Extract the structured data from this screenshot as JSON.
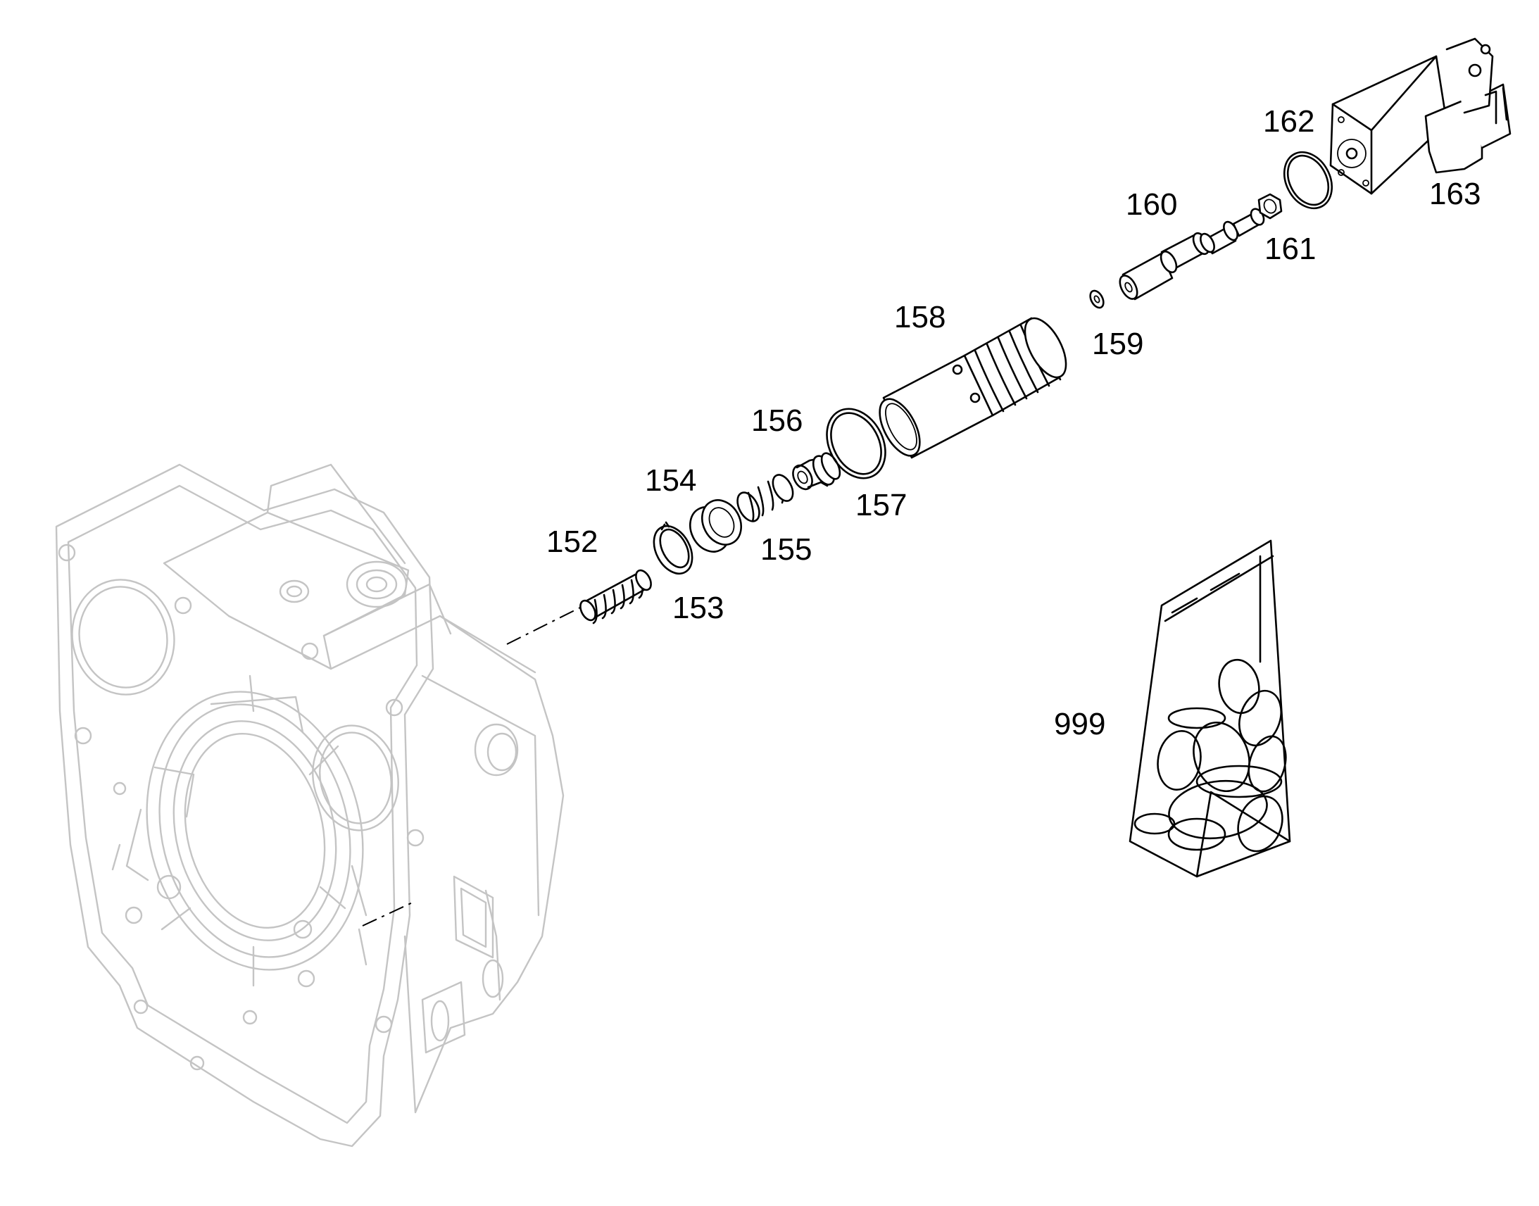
{
  "callouts": {
    "p152": "152",
    "p153": "153",
    "p154": "154",
    "p155": "155",
    "p156": "156",
    "p157": "157",
    "p158": "158",
    "p159": "159",
    "p160": "160",
    "p161": "161",
    "p162": "162",
    "p163": "163",
    "p999": "999"
  },
  "colors": {
    "line": "#000000",
    "housing": "#c4c4c4",
    "background": "#ffffff"
  }
}
